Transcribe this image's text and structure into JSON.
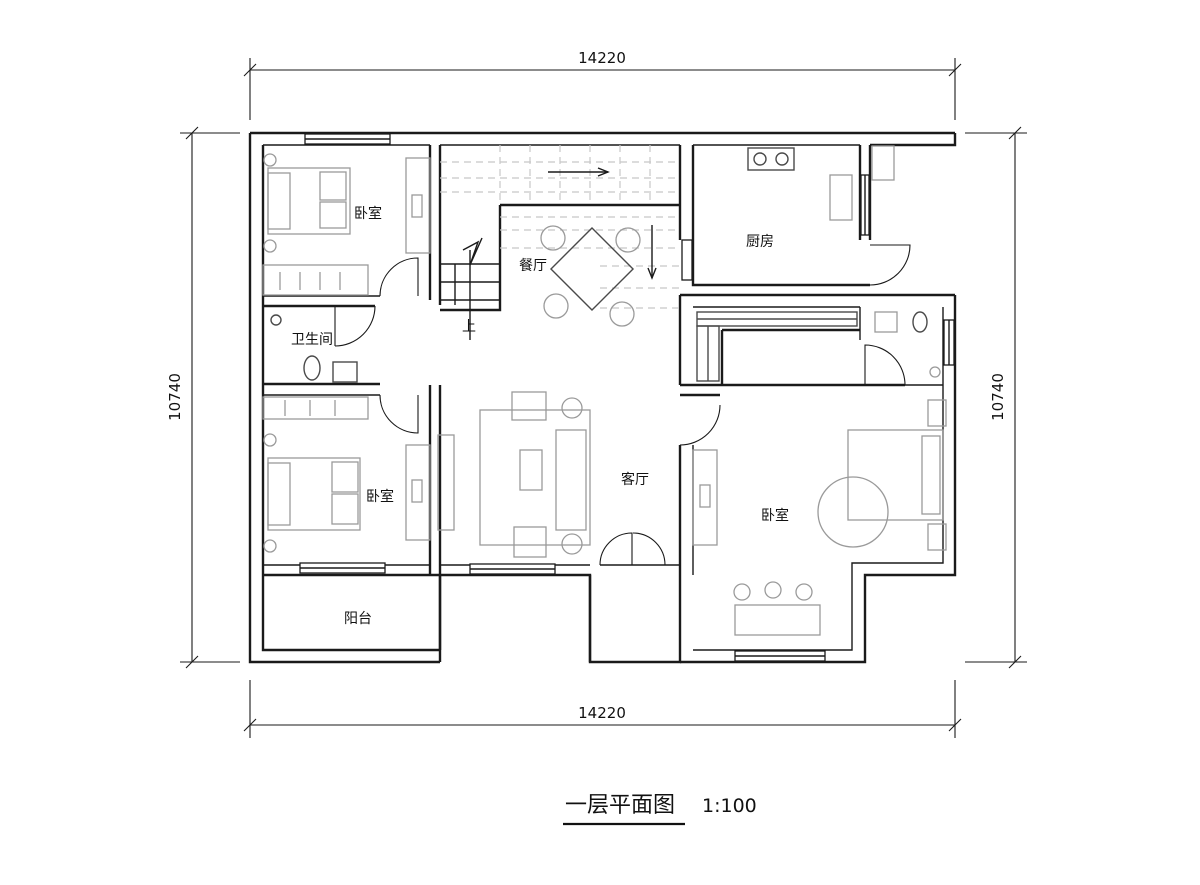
{
  "dimensions": {
    "top": "14220",
    "bottom": "14220",
    "left": "10740",
    "right": "10740"
  },
  "rooms": {
    "bedroom_top_left": "卧室",
    "bathroom": "卫生间",
    "bedroom_mid_left": "卧室",
    "balcony": "阳台",
    "dining": "餐厅",
    "stairs_up": "上",
    "kitchen": "厨房",
    "living": "客厅",
    "bedroom_right": "卧室"
  },
  "title": {
    "name": "一层平面图",
    "scale": "1:100"
  }
}
